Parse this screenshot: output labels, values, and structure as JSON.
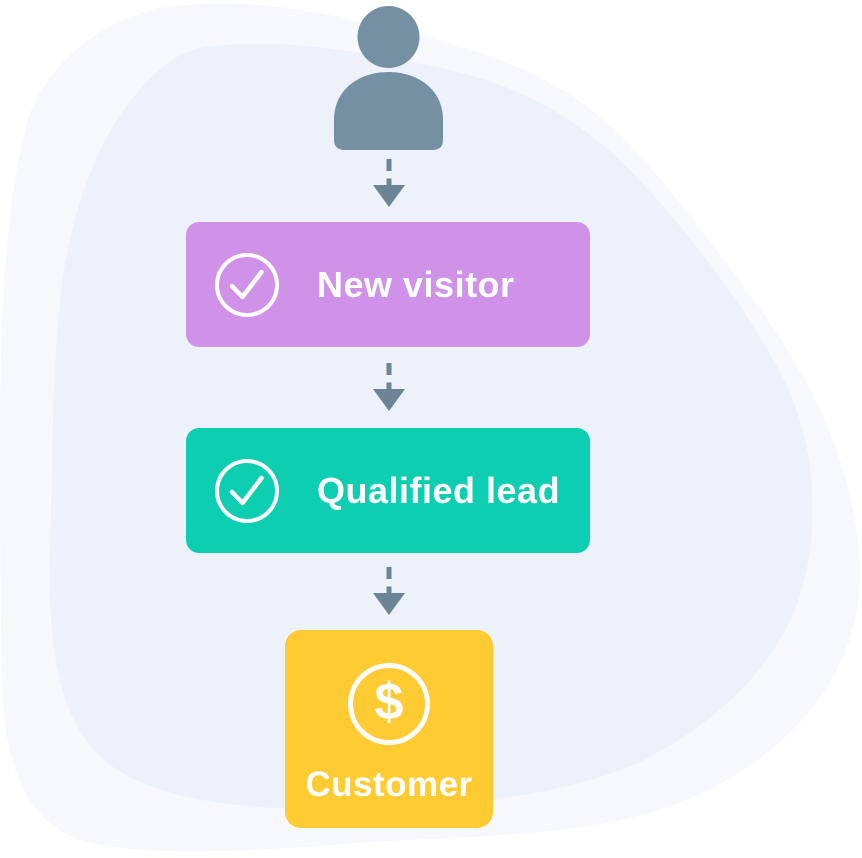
{
  "palette": {
    "canvas_bg": "#ffffff",
    "blob_outer": "#f6f8fc",
    "blob_inner": "#edf1f9",
    "person": "#7590a3",
    "arrow": "#6b8496",
    "icon_stroke": "#ffffff",
    "label_text": "#ffffff"
  },
  "figure": {
    "person_icon": "user-silhouette-icon",
    "arrow_icon": "dashed-down-arrow-icon",
    "arrow_count": 3
  },
  "steps": [
    {
      "label": "New visitor",
      "color": "#cf92e8",
      "icon": "check-circle-icon"
    },
    {
      "label": "Qualified lead",
      "color": "#0eceb1",
      "icon": "check-circle-icon"
    },
    {
      "label": "Customer",
      "color": "#fecb32",
      "icon": "dollar-circle-icon",
      "dollar_glyph": "$"
    }
  ]
}
